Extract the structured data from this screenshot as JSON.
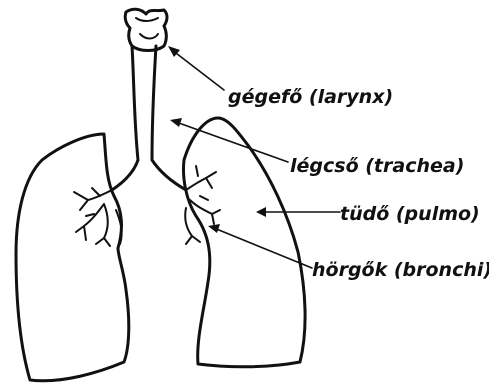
{
  "labels": {
    "larynx": "gégefő (larynx)",
    "trachea": "légcső (trachea)",
    "lung": "tüdő (pulmo)",
    "bronchi": "hörgők (bronchi)"
  },
  "colors": {
    "ink": "#111111",
    "paper": "#ffffff"
  }
}
